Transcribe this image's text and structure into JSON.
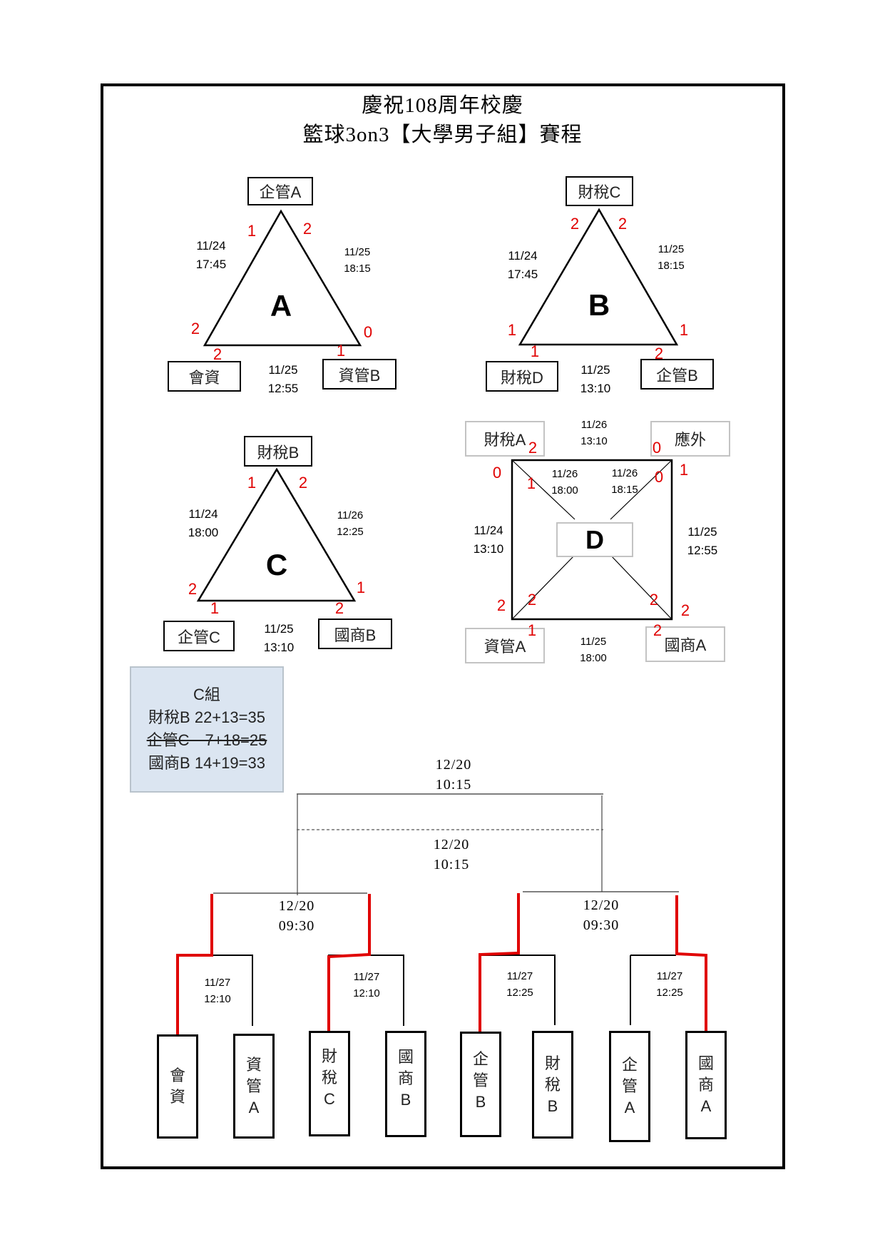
{
  "title": {
    "line1": "慶祝108周年校慶",
    "line2": "籃球3on3【大學男子組】賽程"
  },
  "groups": {
    "A": {
      "label": "A",
      "teams": {
        "top": "企管A",
        "left": "會資",
        "right": "資管B"
      },
      "matches": {
        "left_side": {
          "date": "11/24",
          "time": "17:45",
          "score_top": "1",
          "score_bottom": "2"
        },
        "right_side": {
          "date": "11/25",
          "time": "18:15",
          "score_top": "2",
          "score_bottom": "0"
        },
        "bottom_side": {
          "date": "11/25",
          "time": "12:55",
          "score_left": "2",
          "score_right": "1"
        }
      }
    },
    "B": {
      "label": "B",
      "teams": {
        "top": "財稅C",
        "left": "財稅D",
        "right": "企管B"
      },
      "matches": {
        "left_side": {
          "date": "11/24",
          "time": "17:45",
          "score_top": "2",
          "score_bottom": "1"
        },
        "right_side": {
          "date": "11/25",
          "time": "18:15",
          "score_top": "2",
          "score_bottom": "1"
        },
        "bottom_side": {
          "date": "11/25",
          "time": "13:10",
          "score_left": "1",
          "score_right": "2"
        }
      }
    },
    "C": {
      "label": "C",
      "teams": {
        "top": "財稅B",
        "left": "企管C",
        "right": "國商B"
      },
      "matches": {
        "left_side": {
          "date": "11/24",
          "time": "18:00",
          "score_top": "1",
          "score_bottom": "2"
        },
        "right_side": {
          "date": "11/26",
          "time": "12:25",
          "score_top": "2",
          "score_bottom": "1"
        },
        "bottom_side": {
          "date": "11/25",
          "time": "13:10",
          "score_left": "1",
          "score_right": "2"
        }
      }
    },
    "D": {
      "label": "D",
      "teams": {
        "top_left": "財稅A",
        "top_right": "應外",
        "bottom_left": "資管A",
        "bottom_right": "國商A"
      },
      "matches": {
        "top": {
          "date": "11/26",
          "time": "13:10",
          "score_left": "2",
          "score_right": "0"
        },
        "left": {
          "date": "11/24",
          "time": "13:10",
          "score_top": "0",
          "score_bottom": "2"
        },
        "right": {
          "date": "11/25",
          "time": "12:55",
          "score_top": "1",
          "score_bottom": "2"
        },
        "bottom": {
          "date": "11/25",
          "time": "18:00",
          "score_left": "1",
          "score_right": "2"
        },
        "diag_tl_br": {
          "date": "11/26",
          "time": "18:00",
          "score_tl": "1",
          "score_br": "2"
        },
        "diag_tr_bl": {
          "date": "11/26",
          "time": "18:15",
          "score_tr": "0",
          "score_bl": "2"
        }
      }
    }
  },
  "group_c_standings": {
    "heading": "C組",
    "rows": [
      {
        "text": "財稅B 22+13=35",
        "struck": false
      },
      {
        "text": "企管C　7+18=25",
        "struck": true
      },
      {
        "text": "國商B 14+19=33",
        "struck": false
      }
    ]
  },
  "bracket": {
    "final": {
      "date": "12/20",
      "time": "10:15"
    },
    "third_place": {
      "date": "12/20",
      "time": "10:15"
    },
    "semis": [
      {
        "date": "12/20",
        "time": "09:30"
      },
      {
        "date": "12/20",
        "time": "09:30"
      }
    ],
    "quarters": [
      {
        "date": "11/27",
        "time": "12:10"
      },
      {
        "date": "11/27",
        "time": "12:10"
      },
      {
        "date": "11/27",
        "time": "12:25"
      },
      {
        "date": "11/27",
        "time": "12:25"
      }
    ],
    "teams": [
      {
        "chars": [
          "會",
          "資"
        ],
        "suffix": ""
      },
      {
        "chars": [
          "資",
          "管"
        ],
        "suffix": "A"
      },
      {
        "chars": [
          "財",
          "稅"
        ],
        "suffix": "C"
      },
      {
        "chars": [
          "國",
          "商"
        ],
        "suffix": "B"
      },
      {
        "chars": [
          "企",
          "管"
        ],
        "suffix": "B"
      },
      {
        "chars": [
          "財",
          "稅"
        ],
        "suffix": "B"
      },
      {
        "chars": [
          "企",
          "管"
        ],
        "suffix": "A"
      },
      {
        "chars": [
          "國",
          "商"
        ],
        "suffix": "A"
      }
    ],
    "winner_color": "#e00000"
  }
}
